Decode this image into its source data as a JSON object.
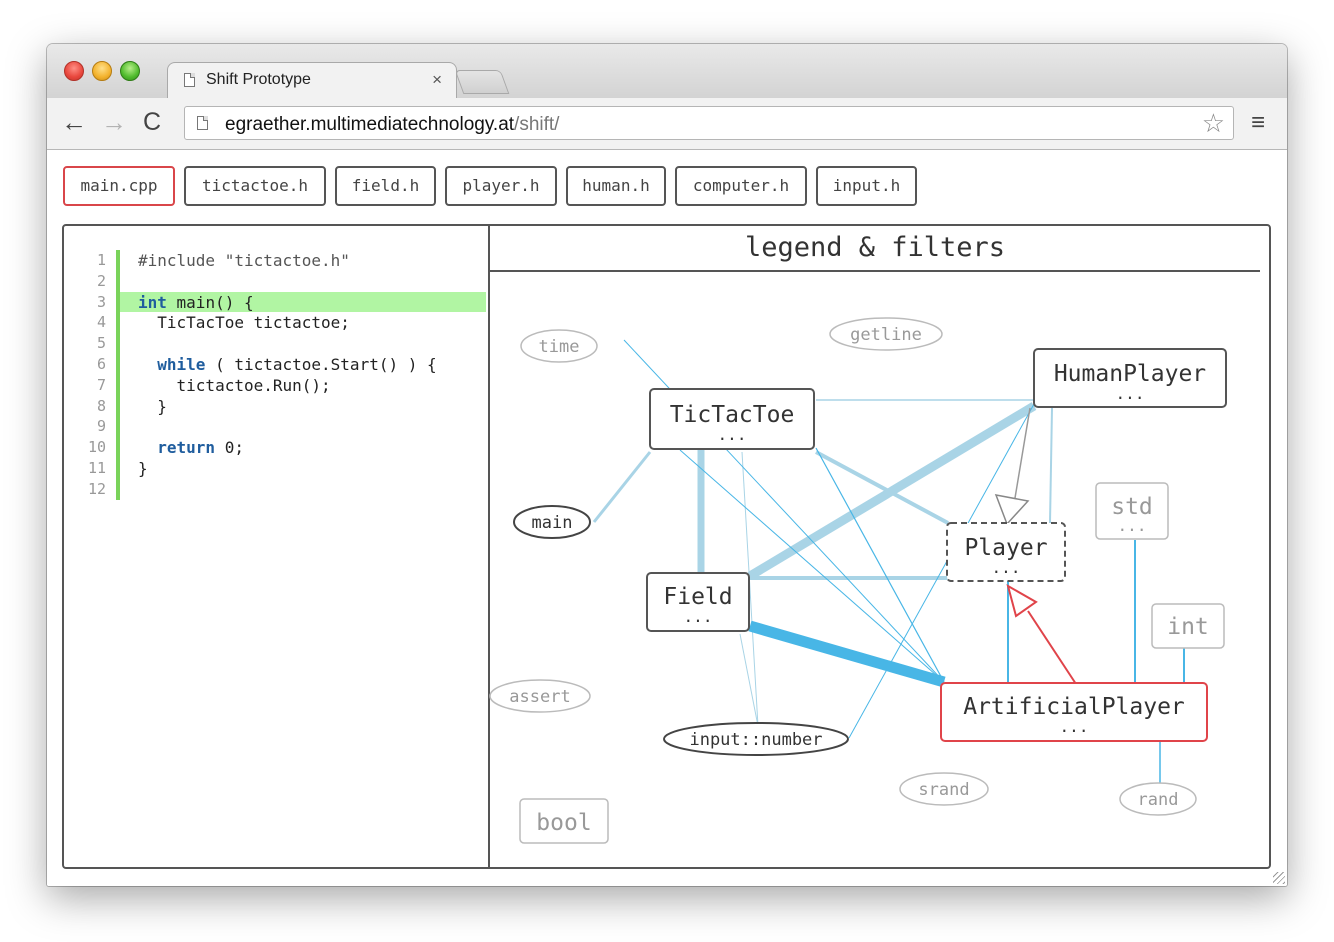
{
  "browser": {
    "tab_title": "Shift Prototype",
    "tab_close": "×",
    "url_host": "egraether.multimediatechnology.at",
    "url_path": "/shift/",
    "back_icon": "←",
    "forward_icon": "→",
    "reload_icon": "C",
    "star_icon": "☆",
    "menu_icon": "≡"
  },
  "file_tabs": [
    {
      "label": "main.cpp",
      "active": true
    },
    {
      "label": "tictactoe.h",
      "active": false
    },
    {
      "label": "field.h",
      "active": false
    },
    {
      "label": "player.h",
      "active": false
    },
    {
      "label": "human.h",
      "active": false
    },
    {
      "label": "computer.h",
      "active": false
    },
    {
      "label": "input.h",
      "active": false
    }
  ],
  "code": {
    "highlighted_line": 3,
    "lines": [
      {
        "n": "1",
        "text": "#include \"tictactoe.h\""
      },
      {
        "n": "2",
        "text": ""
      },
      {
        "n": "3",
        "text": "int main() {"
      },
      {
        "n": "4",
        "text": "  TicTacToe tictactoe;"
      },
      {
        "n": "5",
        "text": ""
      },
      {
        "n": "6",
        "text": "  while ( tictactoe.Start() ) {"
      },
      {
        "n": "7",
        "text": "    tictactoe.Run();"
      },
      {
        "n": "8",
        "text": "  }"
      },
      {
        "n": "9",
        "text": ""
      },
      {
        "n": "10",
        "text": "  return 0;"
      },
      {
        "n": "11",
        "text": "}"
      },
      {
        "n": "12",
        "text": ""
      }
    ]
  },
  "legend": {
    "title": "legend & filters"
  },
  "graph": {
    "classes": {
      "tictactoe": {
        "name": "TicTacToe",
        "members": "..."
      },
      "humanplayer": {
        "name": "HumanPlayer",
        "members": "..."
      },
      "player": {
        "name": "Player",
        "members": "..."
      },
      "field": {
        "name": "Field",
        "members": "..."
      },
      "artificialplayer": {
        "name": "ArtificialPlayer",
        "members": "..."
      },
      "std": {
        "name": "std",
        "members": "..."
      }
    },
    "types": {
      "int": "int",
      "bool": "bool"
    },
    "functions": {
      "time": "time",
      "getline": "getline",
      "main": "main",
      "assert": "assert",
      "input_number": "input::number",
      "srand": "srand",
      "rand": "rand"
    }
  },
  "colors": {
    "active_accent": "#d9464a",
    "edge_light": "#a9d4e6",
    "edge_strong": "#48b6e6",
    "highlight_line": "#b1f5a3",
    "gutter": "#7ad35a"
  }
}
